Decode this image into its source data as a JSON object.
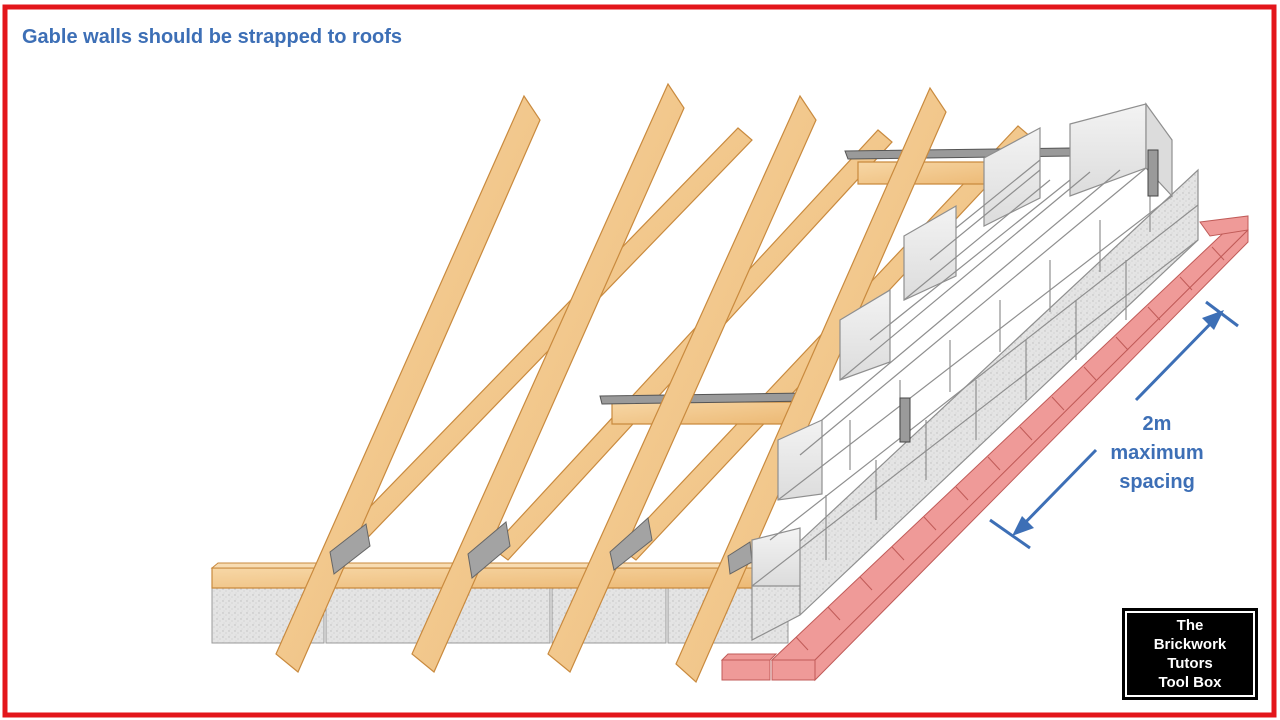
{
  "heading": "Gable walls should be strapped to roofs",
  "annotation": {
    "lines": [
      "2m",
      "maximum",
      "spacing"
    ]
  },
  "logo": {
    "lines": [
      "The",
      "Brickwork",
      "Tutors",
      "Tool Box"
    ]
  },
  "colors": {
    "frame": "#e3161b",
    "title_text": "#3d6fb6",
    "timber": "#f2c88c",
    "timber_edge": "#c98a3e",
    "block": "#e6e6e6",
    "block_edge": "#8f8f8f",
    "brick": "#ef9a98",
    "brick_edge": "#c05b58",
    "strap": "#9a9a9a",
    "arrow": "#3d6fb6"
  }
}
